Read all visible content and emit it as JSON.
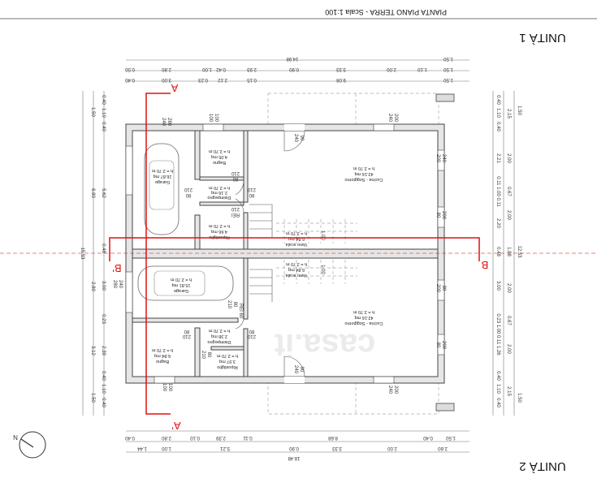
{
  "title": "PIANTA PIANO TERRA - Scala 1:100",
  "unit_top": "UNITÀ 1",
  "unit_bottom": "UNITÀ 2",
  "north": "N",
  "sections": {
    "a": "A",
    "a_prime": "A'",
    "b": "B",
    "b_prime": "B'"
  },
  "watermark": "casa.it",
  "dims_top": {
    "overall": [
      "14.98",
      "1.50"
    ],
    "row2": [
      "0.50",
      "2.80",
      "1.00",
      "0.42",
      "2.93",
      "0.90",
      "3.33",
      "2.00",
      "1.10",
      "1.50"
    ],
    "row3": [
      "0.40",
      "3.00",
      "0.23",
      "2.12",
      "0.15",
      "9.08",
      "1.50"
    ]
  },
  "dims_bottom": {
    "row1": [
      "0.40",
      "2.80",
      "0.10",
      "2.39",
      "0.11",
      "8.68",
      "0.40",
      "1.50"
    ],
    "row2": [
      "1.44",
      "1.00",
      "5.21",
      "0.90",
      "3.33",
      "2.00",
      "2.60"
    ],
    "overall": [
      "18.48"
    ]
  },
  "dims_left": {
    "overall": [
      "15.53"
    ],
    "middle": [
      "1.50",
      "6.80",
      "2.80",
      "3.12",
      "1.50"
    ],
    "inner": [
      "0.40",
      "1.10",
      "0.40",
      "5.62",
      "0.48",
      "3.00",
      "0.23",
      "2.39",
      "0.40",
      "1.10",
      "0.40"
    ]
  },
  "dims_right": {
    "overall": [
      "1.50",
      "12.53",
      "1.50"
    ],
    "middle": [
      "2.15",
      "2.00",
      "0.67",
      "2.00",
      "1.88",
      "2.00",
      "0.67",
      "2.00",
      "2.15"
    ],
    "inner": [
      "0.40",
      "1.10",
      "0.40",
      "2.21",
      "0.11 1.00 0.11",
      "2.20",
      "0.48",
      "3.00",
      "0.23 1.00 0.11 1.26",
      "0.40",
      "1.10",
      "0.40"
    ]
  },
  "rooms_top": [
    {
      "name": "Garage",
      "area": "16.87 mq",
      "height": "h = 2.70 m"
    },
    {
      "name": "Bagno",
      "area": "4.05 mq",
      "height": "h = 2.70 m"
    },
    {
      "name": "Disimpegno",
      "area": "2.16 mq",
      "height": "h = 2.70 m"
    },
    {
      "name": "Ripostiglio",
      "area": "4.66 mq",
      "height": "h = 2.70 m"
    },
    {
      "name": "Vano scala",
      "area": "6.84 mq",
      "height": "h = 2.70 m"
    },
    {
      "name": "Cucina - Soggiorno",
      "area": "42.16 mq",
      "height": "h = 2.70 m"
    }
  ],
  "rooms_bottom": [
    {
      "name": "Garage",
      "area": "15.81 mq",
      "height": "h = 2.70 m"
    },
    {
      "name": "Disimpegno",
      "area": "2.38 mq",
      "height": "h = 2.70 m"
    },
    {
      "name": "Bagno",
      "area": "6.84 mq",
      "height": "h = 2.70 m"
    },
    {
      "name": "Ripostiglio",
      "area": "3.97 mq",
      "height": "h = 2.70 m"
    },
    {
      "name": "Vano scala",
      "area": "6.84 mq",
      "height": "h = 2.70 m"
    },
    {
      "name": "Cucina - Soggiorno",
      "area": "42.16 mq",
      "height": "h = 2.70 m"
    }
  ],
  "openings": {
    "top": [
      "280",
      "240",
      "100",
      "100",
      "90",
      "240",
      "200",
      "240",
      "240",
      "200",
      "200",
      "80",
      "210",
      "80",
      "210",
      "80",
      "210",
      "80",
      "210",
      "REI",
      "1.00"
    ],
    "bottom": [
      "240",
      "280",
      "REI 60",
      "80",
      "210",
      "80",
      "210",
      "80",
      "210",
      "80",
      "210",
      "100",
      "100",
      "90",
      "240",
      "200",
      "240",
      "80",
      "200",
      "200",
      "80",
      "1.00"
    ]
  }
}
